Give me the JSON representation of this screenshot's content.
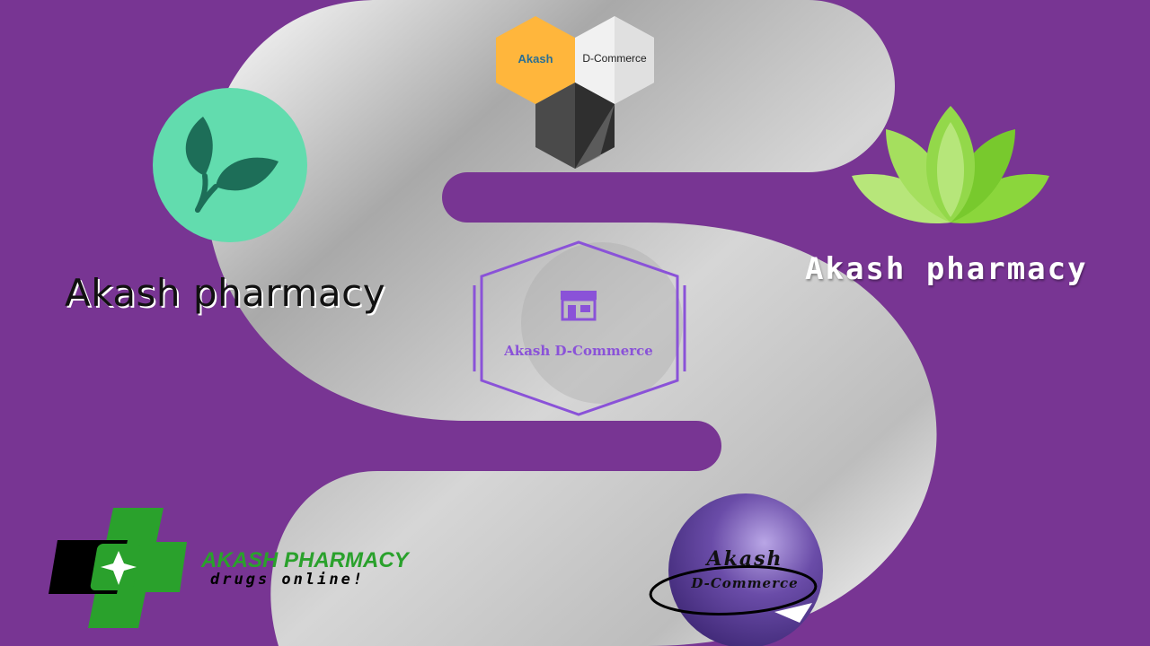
{
  "colors": {
    "background": "#783593",
    "ribbon_light": "#ffffff",
    "ribbon_dark": "#a8a8a8",
    "leaf_circle": "#62dcae",
    "leaf": "#1d6e58",
    "lotus": "#86d43c",
    "hex_orange": "#ffb63c",
    "hex_white": "#f1f1f1",
    "hex_dark": "#4a4a4a",
    "center_accent": "#8a52d8",
    "cross_green": "#2aa12c",
    "badge_purple": "#5c3c98"
  },
  "icons": [
    "leaf-icon",
    "lotus-icon",
    "store-icon",
    "plus-cross-icon",
    "sparkle-icon",
    "paper-plane-icon"
  ],
  "logos": {
    "top_hexagons": {
      "left_label": "Akash",
      "right_label": "D-Commerce"
    },
    "left": {
      "name": "Akash pharmacy"
    },
    "right": {
      "name": "Akash pharmacy"
    },
    "center": {
      "name": "Akash D-Commerce"
    },
    "bottom_left": {
      "title": "AKASH PHARMACY",
      "tagline": "drugs online!"
    },
    "bottom_right": {
      "line1": "Akash",
      "line2": "D-Commerce"
    }
  }
}
